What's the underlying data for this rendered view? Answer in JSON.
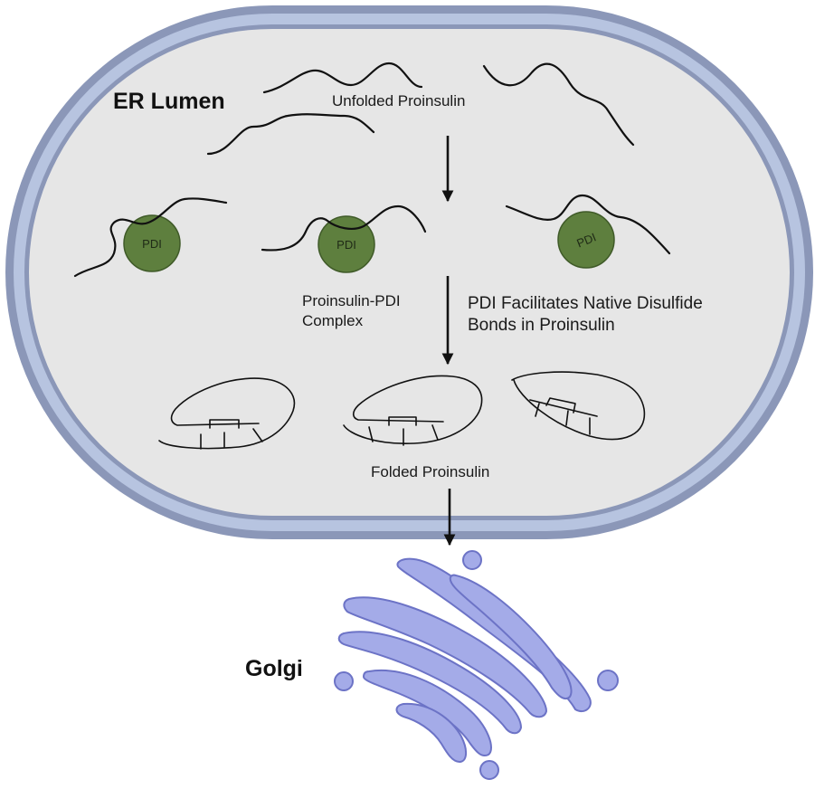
{
  "labels": {
    "er_lumen": "ER Lumen",
    "unfolded": "Unfolded Proinsulin",
    "complex_line1": "Proinsulin-PDI",
    "complex_line2": "Complex",
    "facilitates_line1": "PDI Facilitates Native Disulfide",
    "facilitates_line2": "Bonds in Proinsulin",
    "folded": "Folded Proinsulin",
    "golgi": "Golgi",
    "pdi": "PDI"
  },
  "colors": {
    "membrane_outer": "#8b97b8",
    "membrane_mid": "#b7c4e0",
    "lumen": "#e6e6e6",
    "pdi": "#5e7f3e",
    "golgi_fill": "#a4abe8",
    "golgi_stroke": "#6c73c6",
    "arrow": "#111111"
  }
}
